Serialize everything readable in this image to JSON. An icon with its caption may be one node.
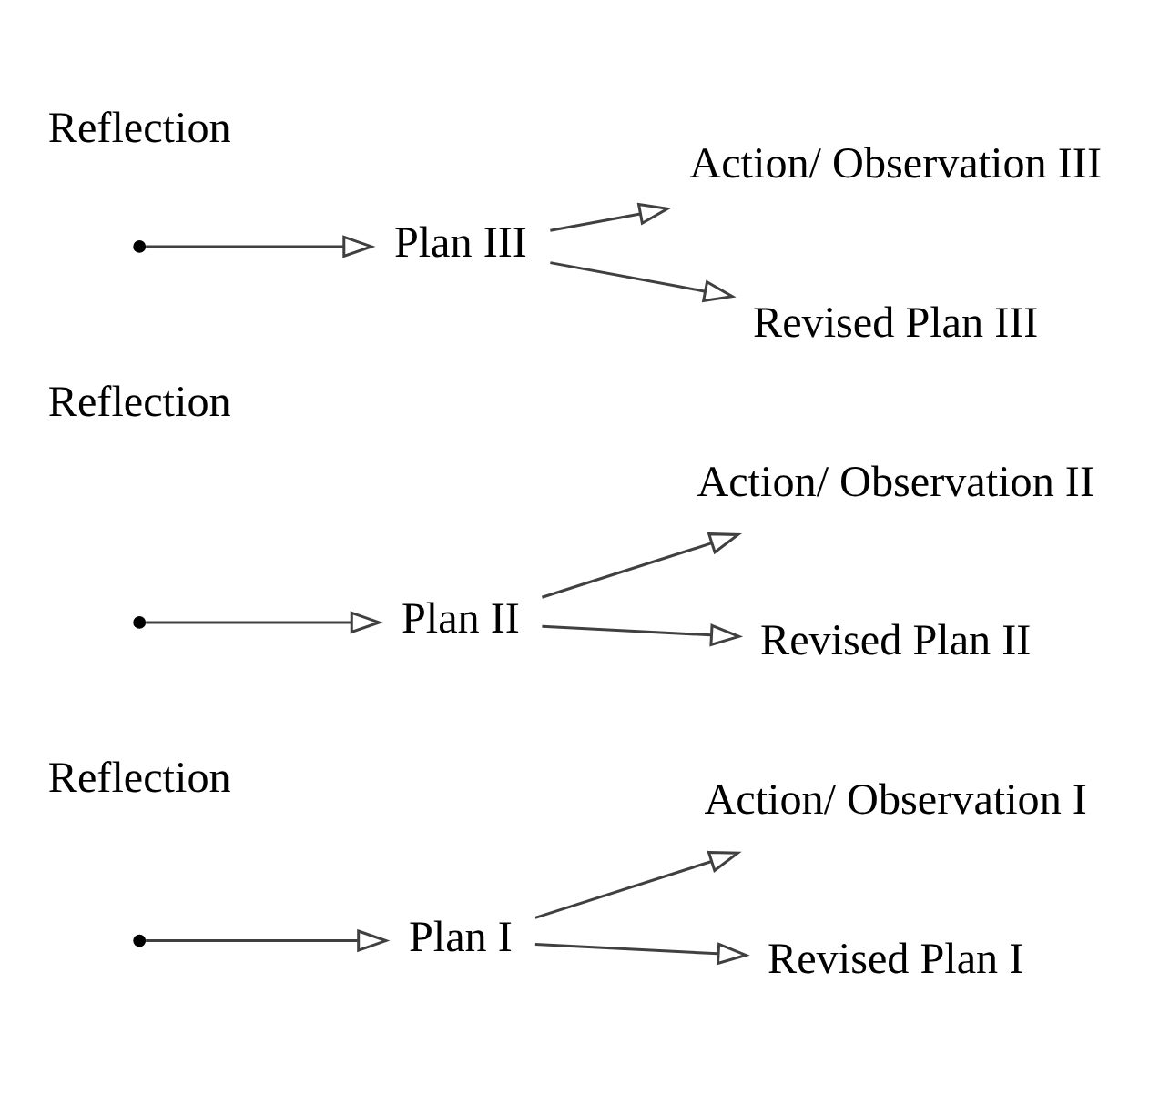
{
  "diagram": {
    "nodes": [
      {
        "text": [
          "Plan I"
        ]
      },
      {
        "text": [
          "Reflection"
        ]
      },
      {
        "text": [
          "Action/ Observation I"
        ]
      },
      {
        "text": [
          "Revised Plan I"
        ]
      },
      {
        "text": [
          "Plan II"
        ]
      },
      {
        "text": [
          "Reflection"
        ]
      },
      {
        "text": [
          "Action/ Observation II"
        ]
      },
      {
        "text": [
          "Revised Plan II"
        ]
      },
      {
        "text": [
          "Plan III"
        ]
      },
      {
        "text": [
          "Reflection"
        ]
      },
      {
        "text": [
          "Action/ Observation III"
        ]
      },
      {
        "text": [
          "Revised Plan III"
        ]
      }
    ],
    "edges": [
      {
        "from": null,
        "to": 0,
        "arrow": "to"
      },
      {
        "from": 0,
        "to": 2,
        "arrow": "to"
      },
      {
        "from": 0,
        "to": 3,
        "arrow": "to"
      },
      {
        "from": null,
        "to": 4,
        "arrow": "to"
      },
      {
        "from": 4,
        "to": 6,
        "arrow": "to"
      },
      {
        "from": 4,
        "to": 7,
        "arrow": "to"
      },
      {
        "from": null,
        "to": 8,
        "arrow": "to"
      },
      {
        "from": 8,
        "to": 10,
        "arrow": "to"
      },
      {
        "from": 8,
        "to": 11,
        "arrow": "to"
      }
    ]
  }
}
